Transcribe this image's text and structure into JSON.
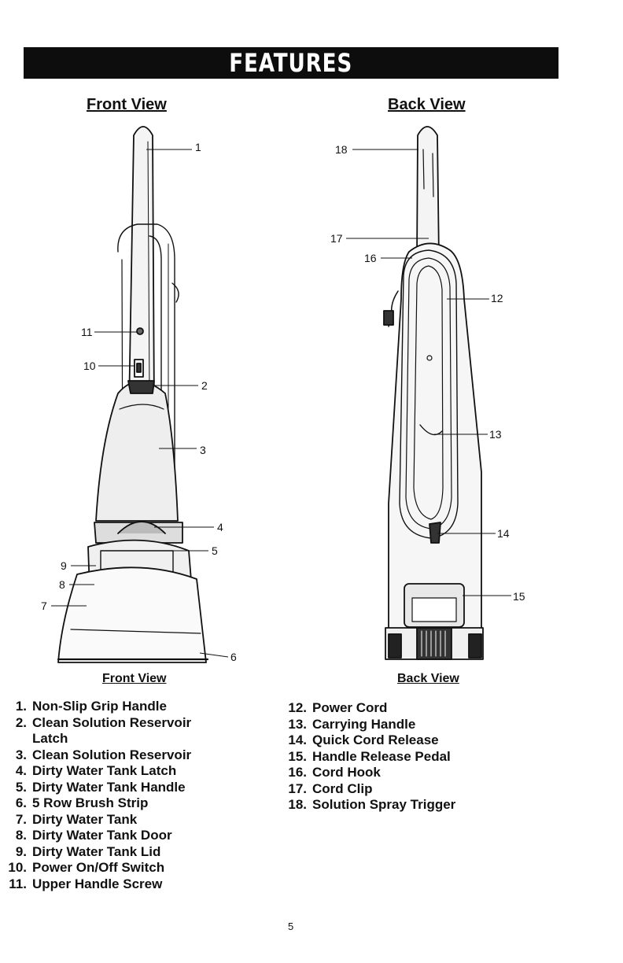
{
  "header": {
    "title": "FEATURES"
  },
  "front": {
    "title": "Front View",
    "caption": "Front View"
  },
  "back": {
    "title": "Back View",
    "caption": "Back View"
  },
  "callouts": [
    "1",
    "2",
    "3",
    "4",
    "5",
    "6",
    "7",
    "8",
    "9",
    "10",
    "11",
    "12",
    "13",
    "14",
    "15",
    "16",
    "17",
    "18"
  ],
  "features_left": [
    {
      "num": "1.",
      "label": "Non-Slip Grip Handle"
    },
    {
      "num": "2.",
      "label": "Clean Solution Reservoir Latch"
    },
    {
      "num": "3.",
      "label": "Clean Solution Reservoir"
    },
    {
      "num": "4.",
      "label": "Dirty Water Tank Latch"
    },
    {
      "num": "5.",
      "label": "Dirty Water Tank Handle"
    },
    {
      "num": "6.",
      "label": "5 Row Brush Strip"
    },
    {
      "num": "7.",
      "label": "Dirty Water Tank"
    },
    {
      "num": "8.",
      "label": "Dirty Water Tank Door"
    },
    {
      "num": "9.",
      "label": "Dirty Water Tank Lid"
    },
    {
      "num": "10.",
      "label": "Power On/Off Switch"
    },
    {
      "num": "11.",
      "label": "Upper Handle Screw"
    }
  ],
  "features_right": [
    {
      "num": "12.",
      "label": "Power Cord"
    },
    {
      "num": "13.",
      "label": "Carrying Handle"
    },
    {
      "num": "14.",
      "label": "Quick Cord Release"
    },
    {
      "num": "15.",
      "label": "Handle Release Pedal"
    },
    {
      "num": "16.",
      "label": "Cord Hook"
    },
    {
      "num": "17.",
      "label": "Cord Clip"
    },
    {
      "num": "18.",
      "label": "Solution Spray Trigger"
    }
  ],
  "page_number": "5"
}
